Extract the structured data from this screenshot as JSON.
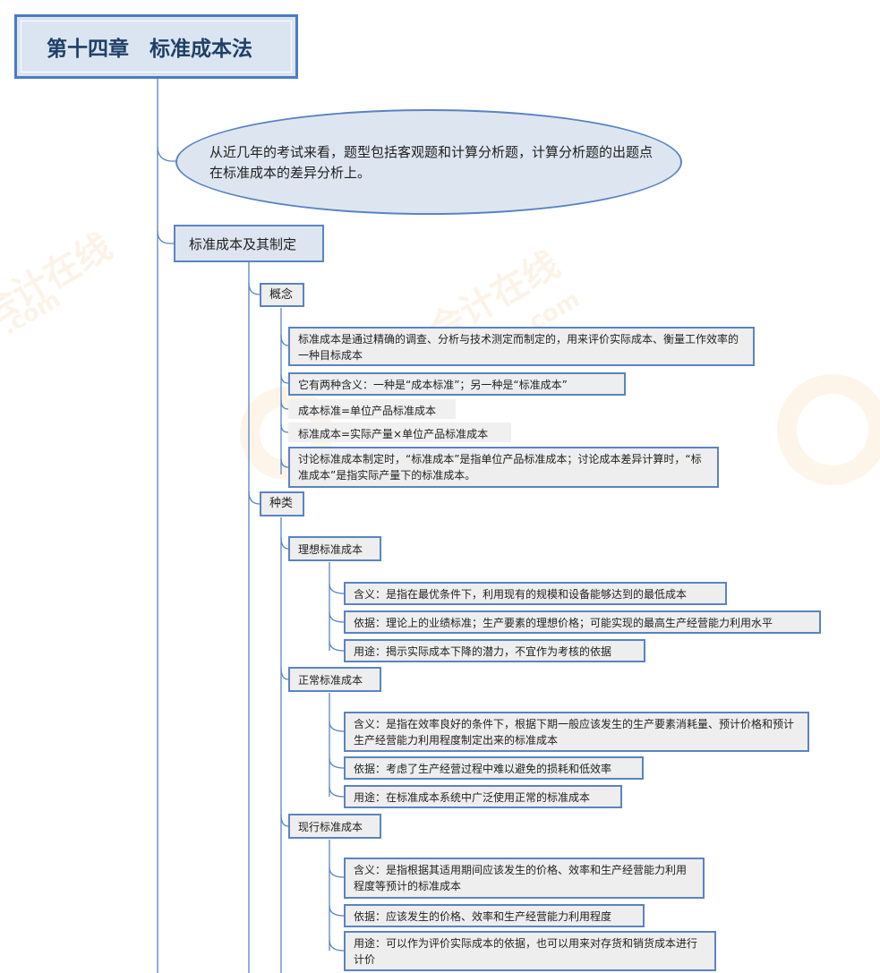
{
  "title": "第十四章　标准成本法",
  "watermark": {
    "text": "会计在线",
    "domain": ".com",
    "color": "#f0c896"
  },
  "colors": {
    "border": "#5b83c2",
    "title_fill": "#dbe5f1",
    "node_fill": "#eeeeee",
    "line": "#5b83c2"
  },
  "summary": "从近几年的考试来看，题型包括客观题和计算分析题，计算分析题的出题点在标准成本的差异分析上。",
  "section": {
    "label": "标准成本及其制定",
    "concept": {
      "label": "概念",
      "items": [
        "标准成本是通过精确的调查、分析与技术测定而制定的，用来评价实际成本、衡量工作效率的一种目标成本",
        "它有两种含义：一种是“成本标准”；另一种是“标准成本”",
        "成本标准=单位产品标准成本",
        "标准成本=实际产量×单位产品标准成本",
        "讨论标准成本制定时，“标准成本”是指单位产品标准成本；讨论成本差异计算时，“标准成本”是指实际产量下的标准成本。"
      ]
    },
    "types": {
      "label": "种类",
      "groups": [
        {
          "label": "理想标准成本",
          "items": [
            "含义：是指在最优条件下，利用现有的规模和设备能够达到的最低成本",
            "依据：理论上的业绩标准；生产要素的理想价格；可能实现的最高生产经营能力利用水平",
            "用途：揭示实际成本下降的潜力，不宜作为考核的依据"
          ]
        },
        {
          "label": "正常标准成本",
          "items": [
            "含义：是指在效率良好的条件下，根据下期一般应该发生的生产要素消耗量、预计价格和预计生产经营能力利用程度制定出来的标准成本",
            "依据：考虑了生产经营过程中难以避免的损耗和低效率",
            "用途：在标准成本系统中广泛使用正常的标准成本"
          ]
        },
        {
          "label": "现行标准成本",
          "items": [
            "含义：是指根据其适用期间应该发生的价格、效率和生产经营能力利用程度等预计的标准成本",
            "依据：应该发生的价格、效率和生产经营能力利用程度",
            "用途：可以作为评价实际成本的依据，也可以用来对存货和销货成本进行计价"
          ]
        }
      ]
    }
  }
}
